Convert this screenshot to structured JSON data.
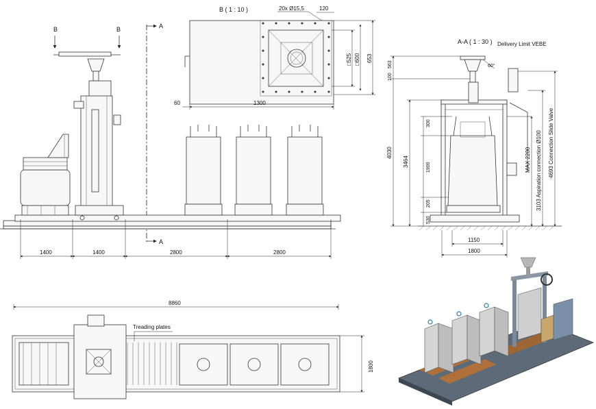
{
  "section_labels": {
    "detail_b": "B ( 1 : 10 )",
    "section_aa": "A-A ( 1 : 30 )",
    "delivery_limit": "Delivery Limit VEBE",
    "cut_b_left": "B",
    "cut_b_right": "B",
    "cut_a_top": "A",
    "cut_a_bottom": "A",
    "treading_plates": "Treading plates"
  },
  "front_view_dims": [
    "1400",
    "1400",
    "2800",
    "2800"
  ],
  "detail_b_dims": {
    "holes": "20x Ø15,5",
    "pitch": "120",
    "inner": "□525",
    "mid": "□600",
    "outer": "653",
    "width": "1300",
    "offset": "60"
  },
  "section_dims": {
    "d_563": "563",
    "d_100": "100",
    "angle": "60°",
    "total_height": "4030",
    "frame_height": "3464",
    "d_300": "300",
    "d_1900": "1900",
    "d_205": "205",
    "d_530": "530",
    "max": "MAX 2200",
    "aspiration": "3103 Aspiration connection Ø100",
    "slide_valve": "4693 Connection Slide Valve",
    "inner_width": "1150",
    "outer_width": "1800"
  },
  "plan_dims": {
    "total_length": "8860",
    "width": "1800"
  },
  "colors": {
    "line": "#333333",
    "render_frame": "#7a8a9a",
    "render_bag": "#c8c8c8",
    "render_pallet": "#b0703a",
    "render_cabinet": "#c9a66b"
  }
}
